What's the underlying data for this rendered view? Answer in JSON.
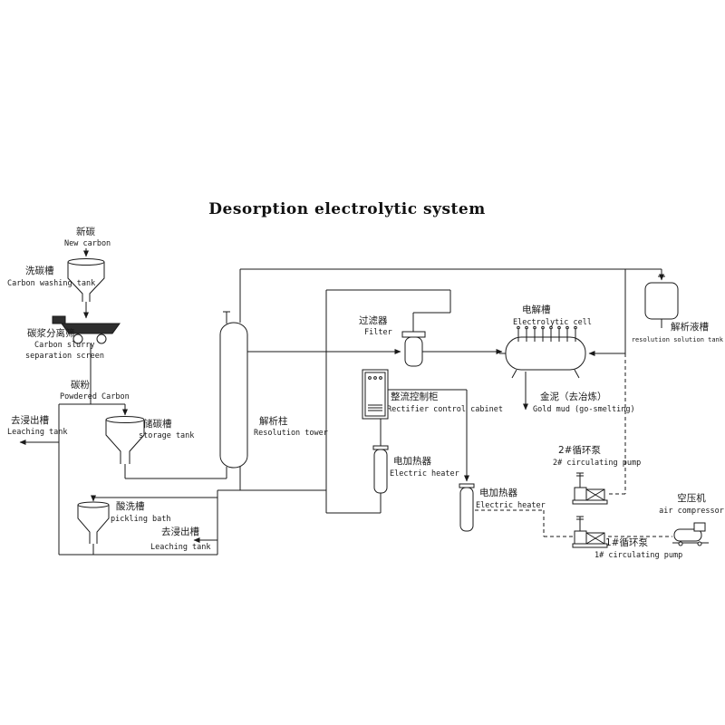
{
  "title": "Desorption electrolytic system",
  "colors": {
    "line": "#1a1a1a",
    "background": "#ffffff",
    "equipment_fill": "#2e2e2e"
  },
  "nodes": {
    "new_carbon": {
      "zh": "新碳",
      "en": "New carbon"
    },
    "carbon_washing_tank": {
      "zh": "洗碳槽",
      "en": "Carbon washing tank"
    },
    "separation_screen": {
      "zh": "碳浆分离筛",
      "en1": "Carbon slurry",
      "en2": "separation screen"
    },
    "powdered_carbon": {
      "zh": "碳粉",
      "en": "Powdered Carbon"
    },
    "leaching_tank_left": {
      "zh": "去浸出槽",
      "en": "Leaching tank"
    },
    "storage_tank": {
      "zh": "储碳槽",
      "en": "storage tank"
    },
    "resolution_tower": {
      "zh": "解析柱",
      "en": "Resolution tower"
    },
    "pickling_bath": {
      "zh": "酸洗槽",
      "en": "pickling bath"
    },
    "leaching_tank_bottom": {
      "zh": "去浸出槽",
      "en": "Leaching tank"
    },
    "filter": {
      "zh": "过滤器",
      "en": "Filter"
    },
    "rectifier_cabinet": {
      "zh": "整流控制柜",
      "en": "Rectifier control cabinet"
    },
    "electric_heater_1": {
      "zh": "电加热器",
      "en": "Electric heater"
    },
    "electric_heater_2": {
      "zh": "电加热器",
      "en": "Electric heater"
    },
    "electrolytic_cell": {
      "zh": "电解槽",
      "en": "Electrolytic cell"
    },
    "gold_mud": {
      "zh": "金泥（去冶炼）",
      "en": "Gold mud (go-smelting)"
    },
    "resolution_solution_tank": {
      "zh": "解析液槽",
      "en": "resolution solution tank"
    },
    "circulating_pump_2": {
      "zh": "2#循环泵",
      "en": "2# circulating pump"
    },
    "circulating_pump_1": {
      "zh": "1#循环泵",
      "en": "1# circulating pump"
    },
    "air_compressor": {
      "zh": "空压机",
      "en": "air compressor"
    }
  }
}
